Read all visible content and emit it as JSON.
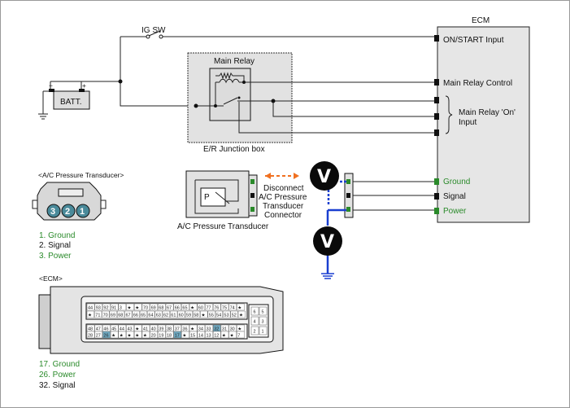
{
  "ecm": {
    "title": "ECM",
    "inputs": [
      "ON/START Input",
      "Main Relay Control",
      "Ground",
      "Signal",
      "Power"
    ],
    "main_relay_on_line1": "Main Relay 'On'",
    "main_relay_on_line2": "Input"
  },
  "labels": {
    "ig_switch": "IG SW",
    "battery": "BATT.",
    "main_relay": "Main Relay",
    "junction_box": "E/R Junction box",
    "pressure_symbol": "P",
    "transducer_caption": "A/C Pressure Transducer",
    "disconnect": [
      "Disconnect",
      "A/C Pressure",
      "Transducer",
      "Connector"
    ],
    "voltmeter": "V"
  },
  "ac_connector": {
    "title": "<A/C Pressure Transducer>",
    "pins": [
      "3",
      "2",
      "1"
    ],
    "legend": [
      "1. Ground",
      "2. Signal",
      "3. Power"
    ]
  },
  "ecm_connector": {
    "title": "<ECM>",
    "row1": [
      "44",
      "93",
      "92",
      "91",
      "3",
      "★",
      "★",
      "70",
      "69",
      "68",
      "67",
      "66",
      "65",
      "★",
      "60",
      "77",
      "76",
      "75",
      "74",
      "★"
    ],
    "row2": [
      "★",
      "71",
      "70",
      "69",
      "68",
      "67",
      "66",
      "65",
      "64",
      "63",
      "62",
      "61",
      "60",
      "59",
      "58",
      "★",
      "55",
      "54",
      "53",
      "52",
      "★"
    ],
    "row3": [
      "48",
      "47",
      "46",
      "45",
      "44",
      "43",
      "★",
      "41",
      "40",
      "39",
      "38",
      "37",
      "36",
      "★",
      "34",
      "33",
      "32",
      "31",
      "30",
      "★"
    ],
    "row4": [
      "28",
      "27",
      "26",
      "★",
      "★",
      "★",
      "★",
      "★",
      "20",
      "19",
      "18",
      "17",
      "★",
      "15",
      "14",
      "13",
      "12",
      "★",
      "★",
      "7"
    ],
    "side": [
      "6",
      "5",
      "4",
      "3",
      "2",
      "1"
    ],
    "legend": [
      "17. Ground",
      "26. Power",
      "32. Signal"
    ]
  },
  "colors": {
    "ground_power_green": "#2a8a2a",
    "probe_blue": "#1a3fd0",
    "arrow_orange": "#f07020"
  }
}
